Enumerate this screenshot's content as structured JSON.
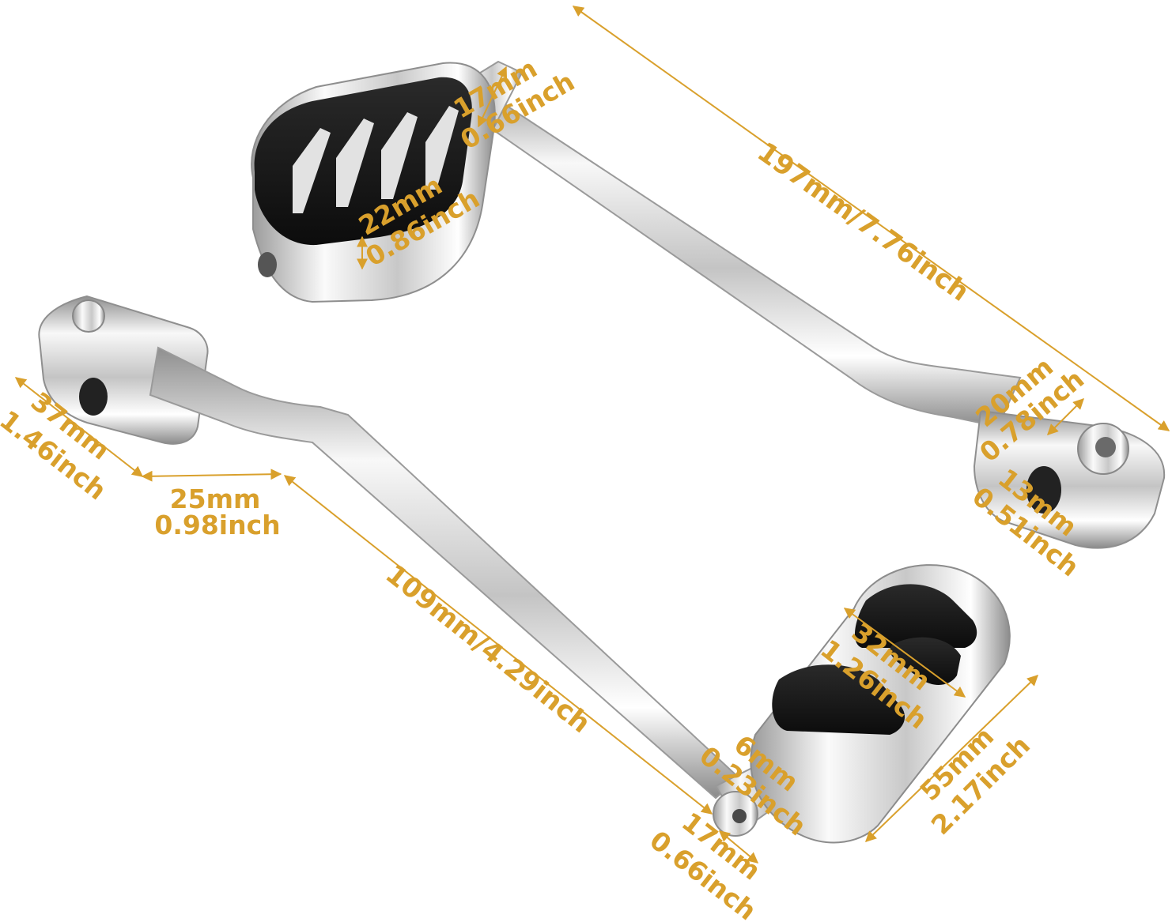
{
  "colors": {
    "background": "#ffffff",
    "annotation": "#d9a02c",
    "chrome_light": "#f7f7f7",
    "chrome_mid": "#c9c9c9",
    "chrome_dark": "#8a8a8a",
    "rubber": "#141414"
  },
  "annotations": {
    "length_overall": "197mm/7.76inch",
    "top_stem_1": "17mm",
    "top_stem_2": "0.66inch",
    "top_pad_1": "22mm",
    "top_pad_2": "0.86inch",
    "clamp_width_1": "20mm",
    "clamp_width_2": "0.78inch",
    "clamp_bore_1": "13mm",
    "clamp_bore_2": "0.51inch",
    "left_end_1": "37mm",
    "left_end_2": "1.46inch",
    "offset_1": "25mm",
    "offset_2": "0.98inch",
    "arm_length": "109mm/4.29inch",
    "peg_width_1": "32mm",
    "peg_width_2": "1.26inch",
    "peg_length_1": "55mm",
    "peg_length_2": "2.17inch",
    "pin_1": "6mm",
    "pin_2": "0.23inch",
    "bottom_stem_1": "17mm",
    "bottom_stem_2": "0.66inch"
  }
}
